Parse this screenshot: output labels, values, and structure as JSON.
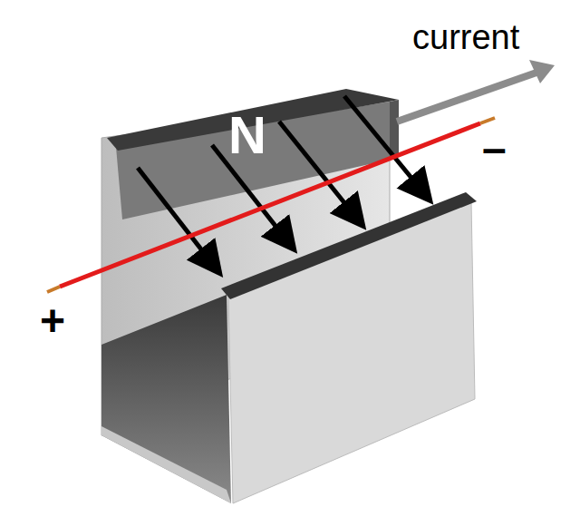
{
  "diagram": {
    "labels": [
      "current",
      "N",
      "+",
      "–"
    ]
  }
}
